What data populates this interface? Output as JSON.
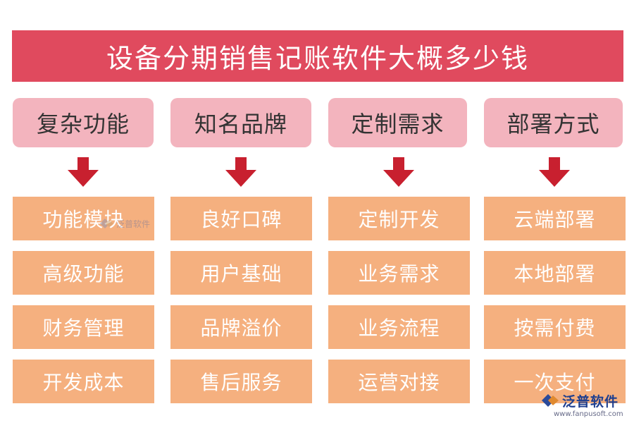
{
  "title": "设备分期销售记账软件大概多少钱",
  "columns": [
    {
      "heading": "复杂功能",
      "items": [
        "功能模块",
        "高级功能",
        "财务管理",
        "开发成本"
      ]
    },
    {
      "heading": "知名品牌",
      "items": [
        "良好口碑",
        "用户基础",
        "品牌溢价",
        "售后服务"
      ]
    },
    {
      "heading": "定制需求",
      "items": [
        "定制开发",
        "业务需求",
        "业务流程",
        "运营对接"
      ]
    },
    {
      "heading": "部署方式",
      "items": [
        "云端部署",
        "本地部署",
        "按需付费",
        "一次支付"
      ]
    }
  ],
  "watermark": {
    "text": "泛普软件"
  },
  "footer": {
    "logo_text": "泛普软件",
    "url": "www.fanpusoft.com"
  },
  "colors": {
    "title_bg": "#e04a5e",
    "category_bg": "#f3b4be",
    "item_bg": "#f5b07f",
    "arrow": "#c8202f"
  }
}
